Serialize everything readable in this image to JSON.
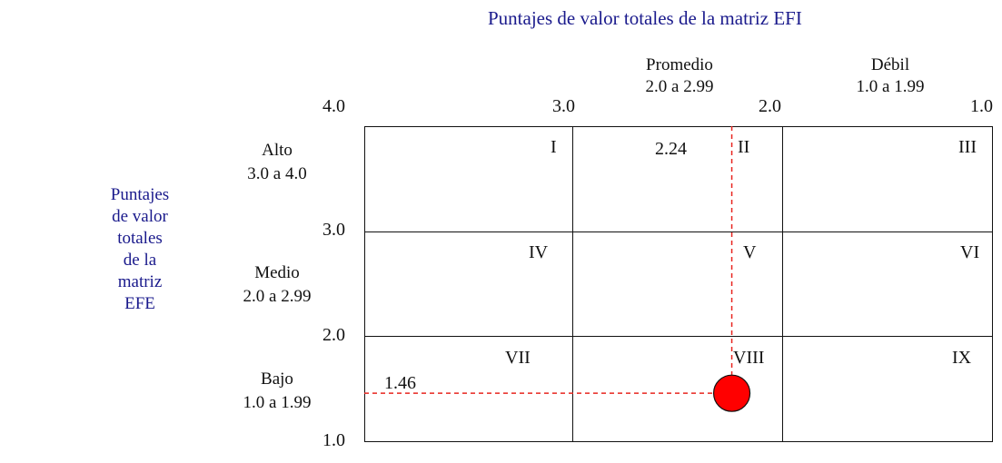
{
  "title": "Puntajes de valor totales de la matriz EFI",
  "columns": [
    {
      "label": "Promedio",
      "range": "2.0 a 2.99"
    },
    {
      "label": "Débil",
      "range": "1.0 a 1.99"
    }
  ],
  "x_ticks": [
    "3.0",
    "2.0",
    "1.0"
  ],
  "y_ticks": [
    "4.0",
    "3.0",
    "2.0",
    "1.0"
  ],
  "y_axis_title_lines": [
    "Puntajes",
    "de valor",
    "totales",
    "de la",
    "matriz",
    "EFE"
  ],
  "rows": [
    {
      "label": "Alto",
      "range": "3.0 a 4.0"
    },
    {
      "label": "Medio",
      "range": "2.0 a 2.99"
    },
    {
      "label": "Bajo",
      "range": "1.0 a 1.99"
    }
  ],
  "quadrants": [
    "I",
    "II",
    "III",
    "IV",
    "V",
    "VI",
    "VII",
    "VIII",
    "IX"
  ],
  "point": {
    "efi_score": 2.24,
    "efe_score": 1.46,
    "efi_label": "2.24",
    "efe_label": "1.46",
    "marker_color": "#ff0000",
    "guide_color": "#e8251f"
  },
  "chart_data": {
    "type": "scatter",
    "x": [
      2.24
    ],
    "y": [
      1.46
    ],
    "xlim": [
      4.0,
      1.0
    ],
    "ylim": [
      1.0,
      4.0
    ],
    "x_ticks": [
      4.0,
      3.0,
      2.0,
      1.0
    ],
    "y_ticks": [
      4.0,
      3.0,
      2.0,
      1.0
    ],
    "title": "Puntajes de valor totales de la matriz EFI",
    "grid": true
  }
}
